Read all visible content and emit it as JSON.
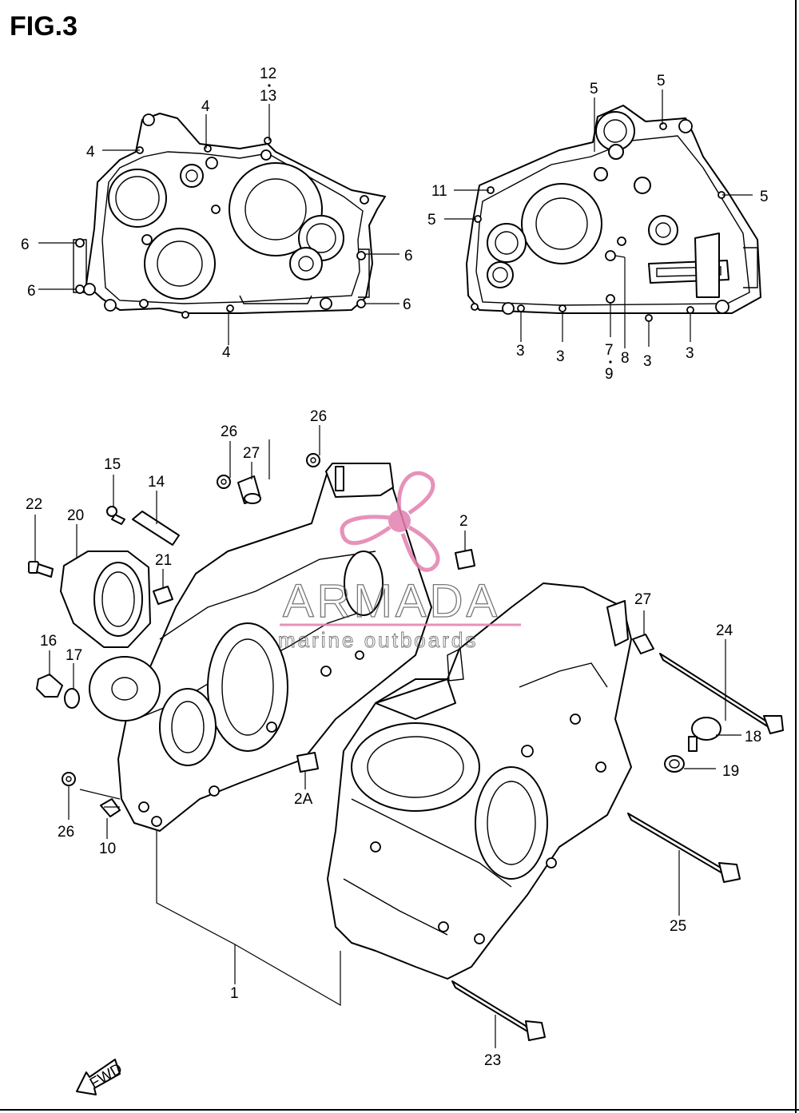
{
  "figure_title": "FIG.3",
  "watermark": {
    "brand": "ARMADA",
    "tagline": "marine outboards",
    "accent_color": "#e27fae"
  },
  "callouts": {
    "c12_13_a": "12",
    "c12_13_b": "13",
    "c4_top": "4",
    "c4_left": "4",
    "c4_bottom": "4",
    "c6_left_top": "6",
    "c6_left_bot": "6",
    "c6_right_top": "6",
    "c6_right_bot": "6",
    "c5_a": "5",
    "c5_b": "5",
    "c5_c": "5",
    "c5_d": "5",
    "c11": "11",
    "c3_a": "3",
    "c3_b": "3",
    "c3_c": "3",
    "c3_d": "3",
    "c7": "7",
    "c9": "9",
    "c8": "8",
    "c26_a": "26",
    "c26_b": "26",
    "c26_c": "26",
    "c27_a": "27",
    "c27_b": "27",
    "c15": "15",
    "c14": "14",
    "c22": "22",
    "c20": "20",
    "c21": "21",
    "c2": "2",
    "c2A": "2A",
    "c16": "16",
    "c17": "17",
    "c10": "10",
    "c1": "1",
    "c24": "24",
    "c18": "18",
    "c19": "19",
    "c25": "25",
    "c23": "23",
    "fwd": "FWD"
  }
}
